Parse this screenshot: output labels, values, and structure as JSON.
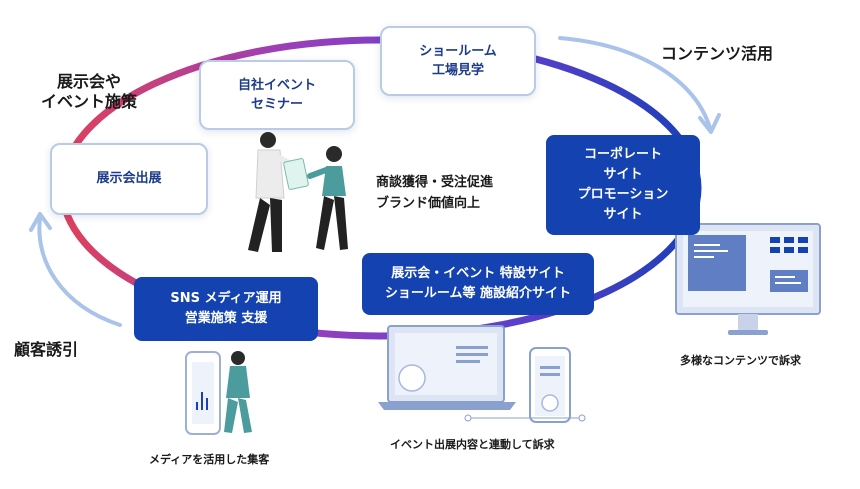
{
  "labels": {
    "exhibition_events": [
      "展示会や",
      "イベント施策"
    ],
    "content_use": "コンテンツ活用",
    "customer_attraction": "顧客誘引",
    "center_text": [
      "商談獲得・受注促進",
      "ブランド価値向上"
    ]
  },
  "boxes": {
    "exhibition": [
      "展示会出展"
    ],
    "seminar": [
      "自社イベント",
      "セミナー"
    ],
    "showroom": [
      "ショールーム",
      "工場見学"
    ],
    "corporate": [
      "コーポレート",
      "サイト",
      "プロモーション",
      "サイト"
    ],
    "special_site": [
      "展示会・イベント 特設サイト",
      "ショールーム等 施設紹介サイト"
    ],
    "sns": [
      "SNS メディア運用",
      "営業施策 支援"
    ]
  },
  "captions": {
    "media": "メディアを活用した集客",
    "event_link": "イベント出展内容と連動して訴求",
    "various": "多様なコンテンツで訴求"
  },
  "colors": {
    "primary": "#1442b0",
    "box_border": "#b9cbe6",
    "loop_red": "#e0405a",
    "loop_purple": "#7a3fc8",
    "loop_blue": "#1b3fb8",
    "arrow_light": "#a9c3ea"
  }
}
